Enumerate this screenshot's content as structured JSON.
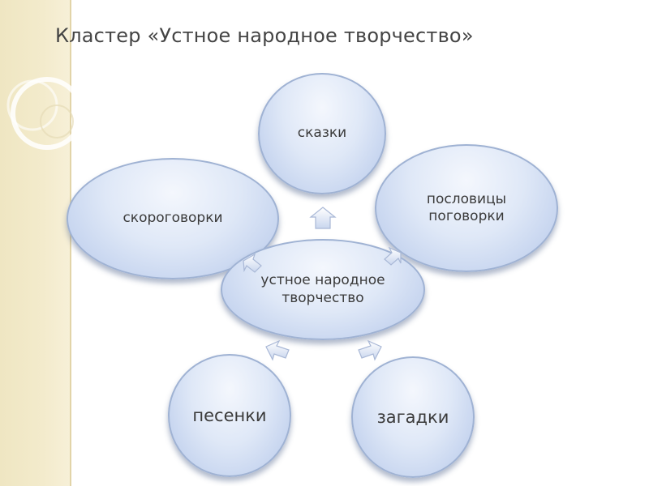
{
  "slide": {
    "title": "Кластер «Устное народное творчество»"
  },
  "diagram": {
    "center": {
      "label": "устное народное\nтворчество"
    },
    "nodes": [
      {
        "id": "skazki",
        "label": "сказки"
      },
      {
        "id": "skorogovorki",
        "label": "скороговорки"
      },
      {
        "id": "poslovitsy",
        "label": "пословицы\nпоговорки"
      },
      {
        "id": "pesenki",
        "label": "песенки"
      },
      {
        "id": "zagadki",
        "label": "загадки"
      }
    ]
  },
  "colors": {
    "bubble_fill": "#dfe8f7",
    "bubble_border": "#9fb2d3",
    "strip": "#f3ebcc",
    "text": "#3a3a3a"
  }
}
